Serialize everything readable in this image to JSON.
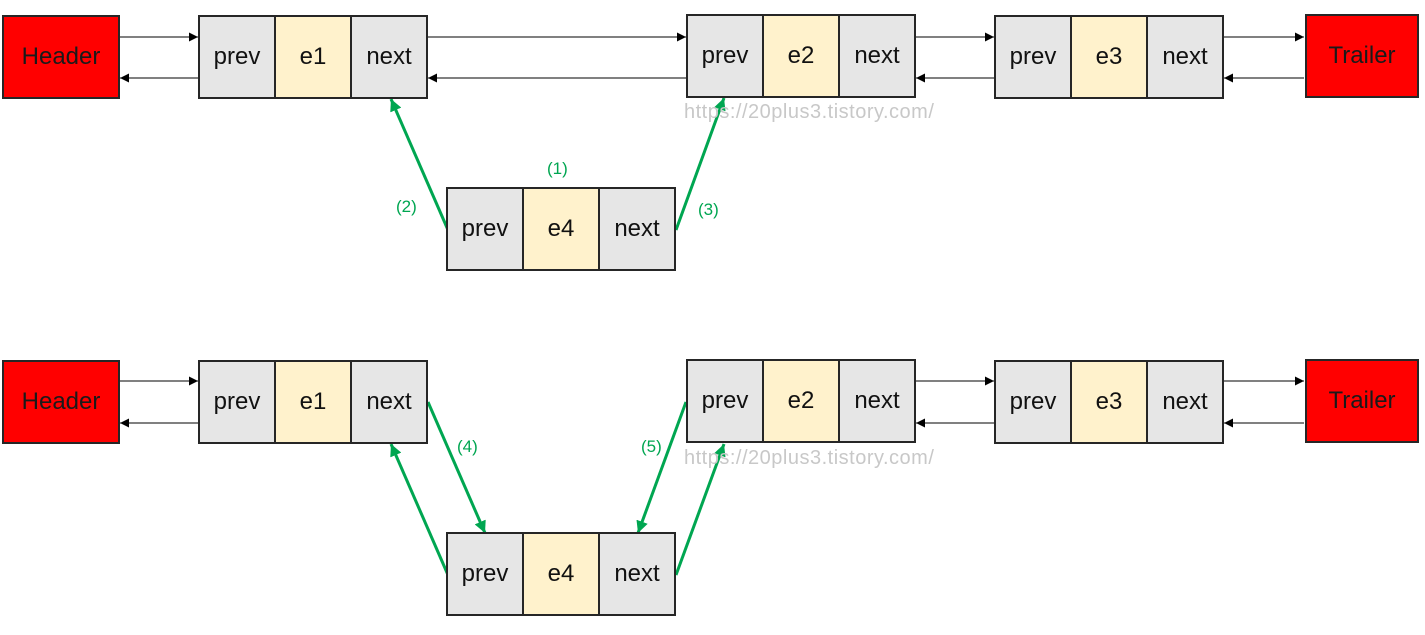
{
  "colors": {
    "endpoint_fill": "#ff0000",
    "pointer_cell_fill": "#e6e6e6",
    "value_cell_fill": "#fff2cc",
    "highlight_arrow": "#00a651",
    "plain_arrow": "#000000"
  },
  "diagrams": [
    {
      "header": "Header",
      "trailer": "Trailer",
      "nodes": [
        {
          "prev": "prev",
          "value": "e1",
          "next": "next"
        },
        {
          "prev": "prev",
          "value": "e2",
          "next": "next"
        },
        {
          "prev": "prev",
          "value": "e3",
          "next": "next"
        },
        {
          "prev": "prev",
          "value": "e4",
          "next": "next"
        }
      ],
      "step_labels": [
        "(1)",
        "(2)",
        "(3)"
      ],
      "watermark": "https://20plus3.tistory.com/"
    },
    {
      "header": "Header",
      "trailer": "Trailer",
      "nodes": [
        {
          "prev": "prev",
          "value": "e1",
          "next": "next"
        },
        {
          "prev": "prev",
          "value": "e2",
          "next": "next"
        },
        {
          "prev": "prev",
          "value": "e3",
          "next": "next"
        },
        {
          "prev": "prev",
          "value": "e4",
          "next": "next"
        }
      ],
      "step_labels": [
        "(4)",
        "(5)"
      ],
      "watermark": "https://20plus3.tistory.com/"
    }
  ]
}
